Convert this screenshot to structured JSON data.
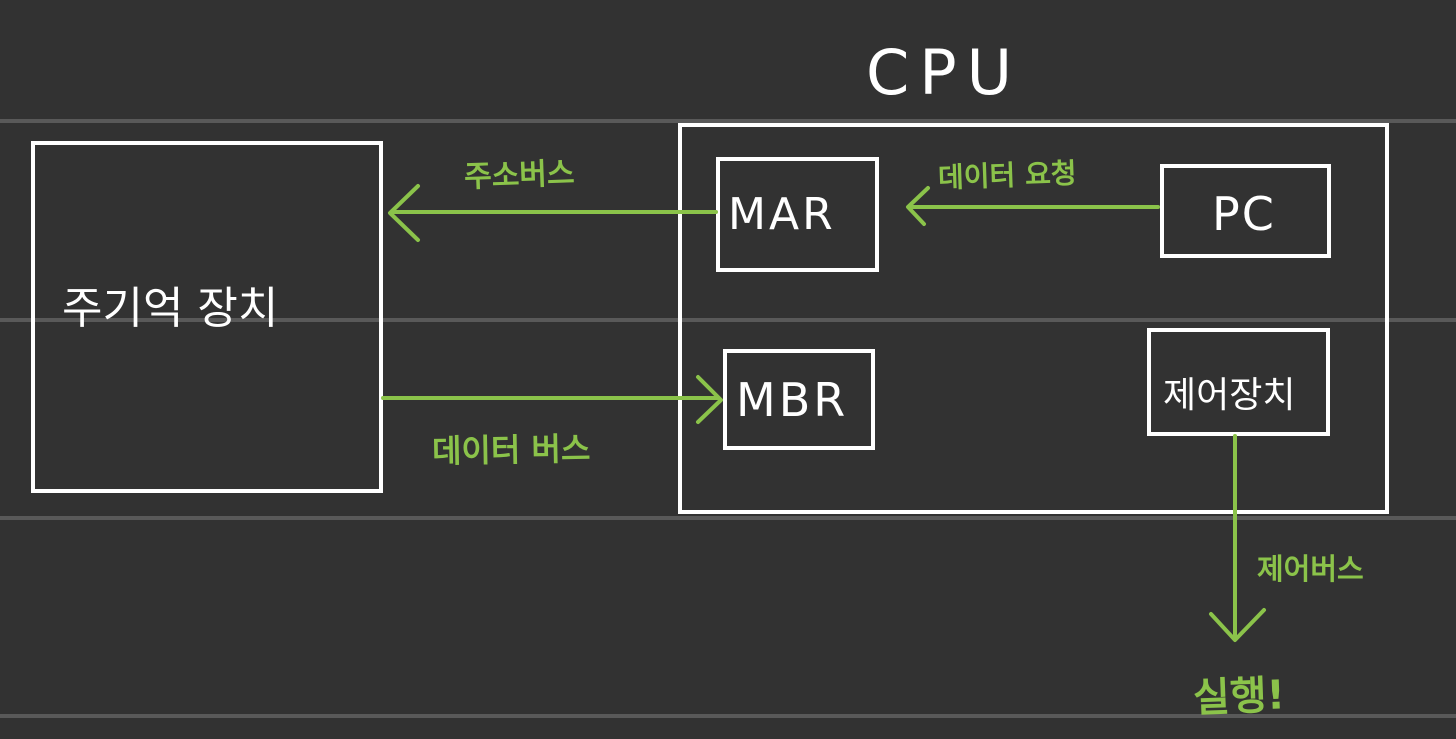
{
  "colors": {
    "background": "#323232",
    "rule_lines": "#595959",
    "box_stroke": "#ffffff",
    "accent_green": "#8bc34a"
  },
  "cpu": {
    "title": "CPU",
    "registers": {
      "mar": "MAR",
      "mbr": "MBR",
      "pc": "PC"
    },
    "control_unit": "제어장치"
  },
  "memory": {
    "label": "주기억 장치"
  },
  "bus_labels": {
    "address_bus": "주소버스",
    "data_bus": "데이터 버스",
    "data_request": "데이터 요청",
    "control_bus": "제어버스"
  },
  "result": {
    "label": "실행!"
  }
}
